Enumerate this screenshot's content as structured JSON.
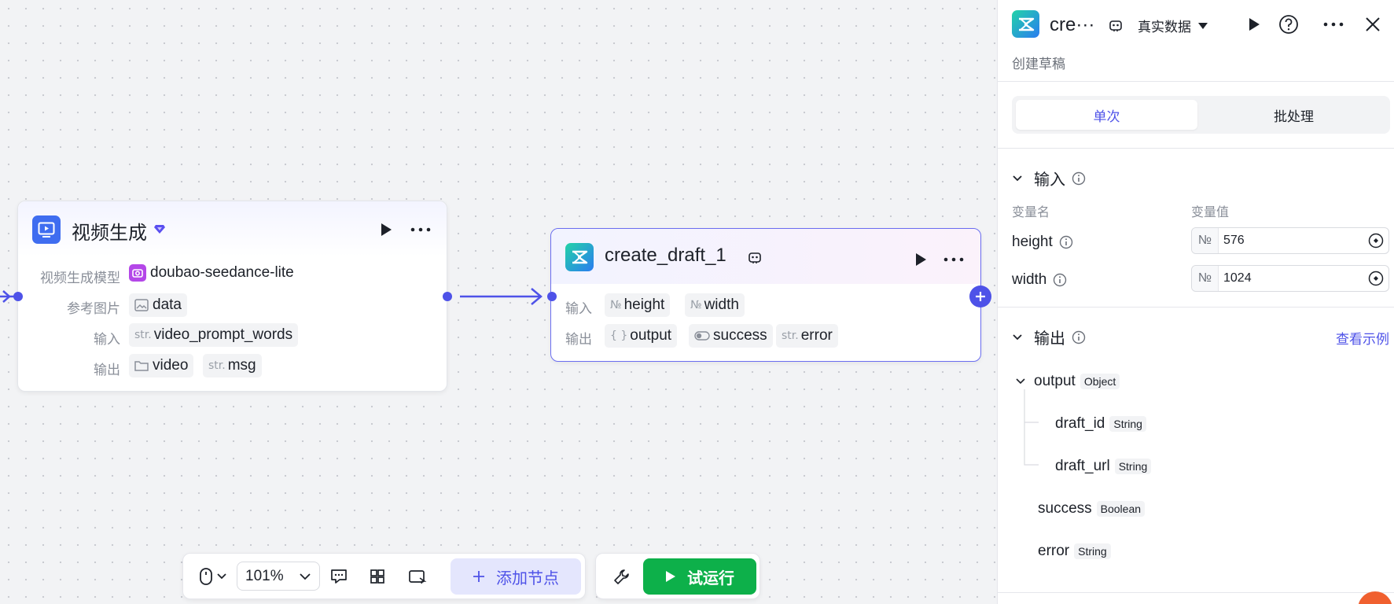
{
  "canvas": {
    "node_video": {
      "title": "视频生成",
      "rows": [
        {
          "label": "视频生成模型",
          "value": "doubao-seedance-lite"
        },
        {
          "label": "参考图片",
          "value": "data"
        },
        {
          "label": "输入",
          "prefix": "str.",
          "value": "video_prompt_words"
        },
        {
          "label": "输出",
          "value": "video",
          "prefix2": "str.",
          "value2": "msg"
        }
      ]
    },
    "node_draft": {
      "title": "create_draft_1",
      "input_label": "输入",
      "inputs": [
        {
          "prefix": "№",
          "name": "height"
        },
        {
          "prefix": "№",
          "name": "width"
        }
      ],
      "output_label": "输出",
      "outputs": [
        {
          "prefix": "{ }",
          "name": "output"
        },
        {
          "prefix": "",
          "name": "success"
        },
        {
          "prefix": "str.",
          "name": "error"
        }
      ]
    }
  },
  "toolbar": {
    "zoom": "101%",
    "add_node_label": "添加节点",
    "test_run_label": "试运行"
  },
  "panel": {
    "title": "cre···",
    "data_mode": "真实数据",
    "subtitle": "创建草稿",
    "tabs": [
      {
        "label": "单次",
        "active": true
      },
      {
        "label": "批处理",
        "active": false
      }
    ],
    "input_section": {
      "title": "输入",
      "col_name": "变量名",
      "col_value": "变量值",
      "vars": [
        {
          "name": "height",
          "type_prefix": "№",
          "value": "576"
        },
        {
          "name": "width",
          "type_prefix": "№",
          "value": "1024"
        }
      ]
    },
    "output_section": {
      "title": "输出",
      "example_link": "查看示例",
      "fields": [
        {
          "name": "output",
          "type": "Object"
        },
        {
          "name": "draft_id",
          "type": "String"
        },
        {
          "name": "draft_url",
          "type": "String"
        },
        {
          "name": "success",
          "type": "Boolean"
        },
        {
          "name": "error",
          "type": "String"
        }
      ]
    }
  },
  "colors": {
    "accent": "#4e52e8",
    "run_green": "#0db04a",
    "canvas_bg": "#f2f3f5"
  }
}
